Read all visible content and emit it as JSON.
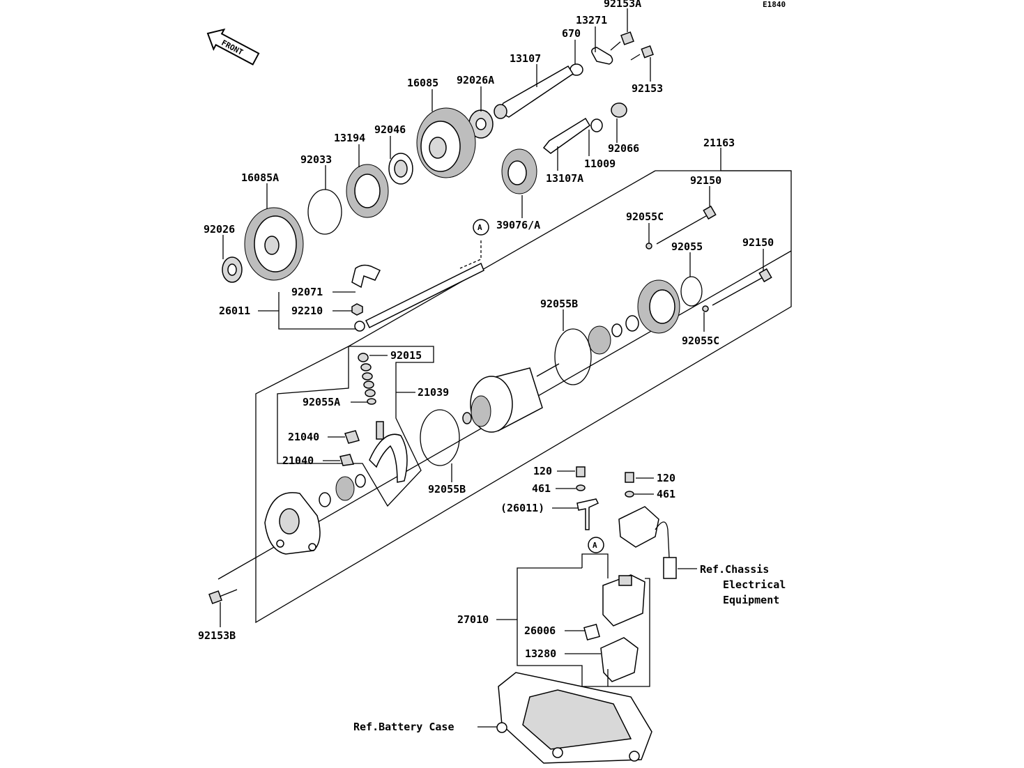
{
  "diagram_id": "E1840",
  "front_label": "FRONT",
  "callout_marker": "A",
  "parts": {
    "p92153A": "92153A",
    "p13271": "13271",
    "p670": "670",
    "p13107": "13107",
    "p92153": "92153",
    "p16085": "16085",
    "p92026A": "92026A",
    "p13194": "13194",
    "p92046": "92046",
    "p92066": "92066",
    "p11009": "11009",
    "p92033": "92033",
    "p13107A": "13107A",
    "p16085A": "16085A",
    "p39076A": "39076/A",
    "p21163": "21163",
    "p92150a": "92150",
    "p92026": "92026",
    "p92055C_top": "92055C",
    "p92055": "92055",
    "p92150b": "92150",
    "p92071": "92071",
    "p26011": "26011",
    "p92210": "92210",
    "p92055B_top": "92055B",
    "p92055C_bot": "92055C",
    "p92015": "92015",
    "p21039": "21039",
    "p92055A": "92055A",
    "p21040a": "21040",
    "p21040b": "21040",
    "p92055B_bot": "92055B",
    "p120a": "120",
    "p461a": "461",
    "p120b": "120",
    "p461b": "461",
    "p26011ref": "(26011)",
    "p27010": "27010",
    "p26006": "26006",
    "p13280": "13280",
    "p92153B": "92153B"
  },
  "references": {
    "chassis_line1": "Ref.Chassis",
    "chassis_line2": "Electrical",
    "chassis_line3": "Equipment",
    "battery": "Ref.Battery Case"
  }
}
